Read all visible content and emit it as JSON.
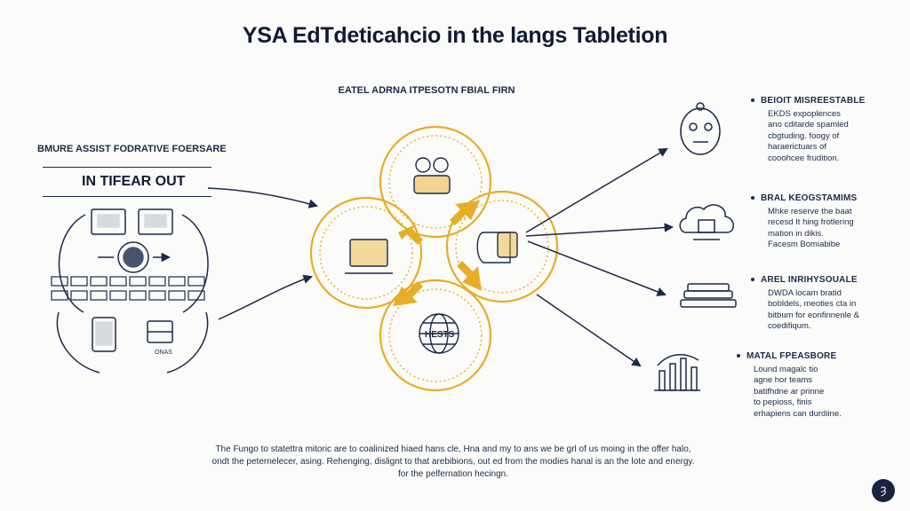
{
  "title": "YSA EdTdeticahcio in the langs Tabletion",
  "center_label": "EATEL ADRNA ITPESOTN FBIAL FIRN",
  "left_panel": {
    "caption": "BMURE ASSIST FODRATIVE FOERSARE",
    "heading": "IN TIFEAR OUT",
    "tablet_caption": "ONAS"
  },
  "hub": {
    "globe_label": "HESTS"
  },
  "features": [
    {
      "title": "BEIOIT MISREESTABLE",
      "lines": [
        "EKDS expoplences",
        "ano cditarde spamled",
        "cbgtuding. foogy of",
        "haraerictuars of",
        "cooohcee frudition."
      ],
      "icon": "robot-face-icon"
    },
    {
      "title": "BRAL KEOGSTAMIMS",
      "lines": [
        "Mhke reserve the baat",
        "recesd It hing frotlering",
        "mation in dikis.",
        "Facesm Bomiabibe"
      ],
      "icon": "cloud-computer-icon"
    },
    {
      "title": "AREL INRIHYSOUALE",
      "lines": [
        "DWDA locam bratid",
        "bobldels, meoties cta in",
        "bitbum for eonfinnenle &",
        "coedifiqum."
      ],
      "icon": "tablet-stack-icon"
    },
    {
      "title": "MATAL FPEASBORE",
      "lines": [
        "Lound magalc tio",
        "agne hor teams",
        "batifhdne ar prinne",
        "to pepioss, finis",
        "erhapiens can durdiine."
      ],
      "icon": "bar-chart-icon"
    }
  ],
  "footer_lines": [
    "The Fungo to statettra mitoric are to coalinized hiaed hans cle, Hna and my to ans we be grl of us moing in the offer halo,",
    "ondt the peternelecer, asing. Rehenging, dislignt to that arebibions, out ed from the modies hanal is an the lote and energy.",
    "for the pelfernation hecingn."
  ],
  "corner_badge": "Ȝ",
  "colors": {
    "navy": "#1b2a4a",
    "gold": "#e6ad28",
    "background": "#fbfbf9"
  }
}
